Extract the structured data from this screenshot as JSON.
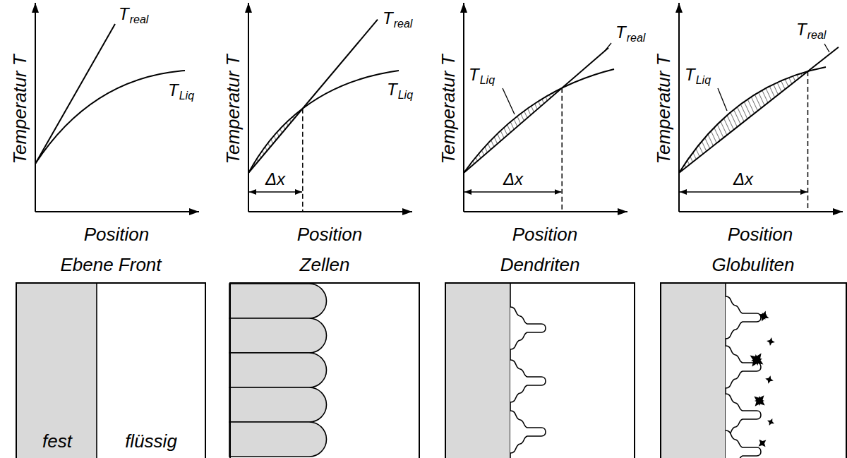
{
  "diagram": {
    "nodes": [
      {
        "text": [
          "Ebene Front",
          "fest",
          "flüssig"
        ]
      },
      {
        "text": [
          "Zellen"
        ]
      },
      {
        "text": [
          "Dendriten"
        ]
      },
      {
        "text": [
          "Globuliten"
        ]
      }
    ],
    "labels": [
      "T",
      "real",
      "T",
      "Liq",
      "Temperatur T",
      "Position",
      "T",
      "real",
      "T",
      "Liq",
      "Δx",
      "Temperatur T",
      "Position",
      "T",
      "real",
      "T",
      "Liq",
      "Δx",
      "Temperatur T",
      "Position",
      "T",
      "real",
      "T",
      "Liq",
      "Δx",
      "Temperatur T",
      "Position"
    ]
  }
}
